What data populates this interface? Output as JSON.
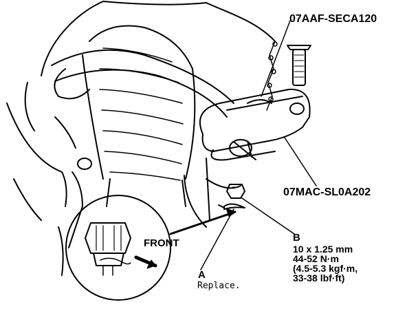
{
  "tools": {
    "special_tool_1": "07AAF-SECA120",
    "special_tool_2": "07MAC-SL0A202"
  },
  "callouts": {
    "front_label": "FRONT",
    "a": {
      "letter": "A",
      "note": "Replace."
    },
    "b": {
      "letter": "B",
      "lines": [
        "10 x 1.25 mm",
        "44-52 N·m",
        "(4.5-5.3 kgf·m,",
        "33-38 lbf·ft)"
      ]
    }
  },
  "colors": {
    "line": "#000000",
    "background": "#ffffff"
  }
}
